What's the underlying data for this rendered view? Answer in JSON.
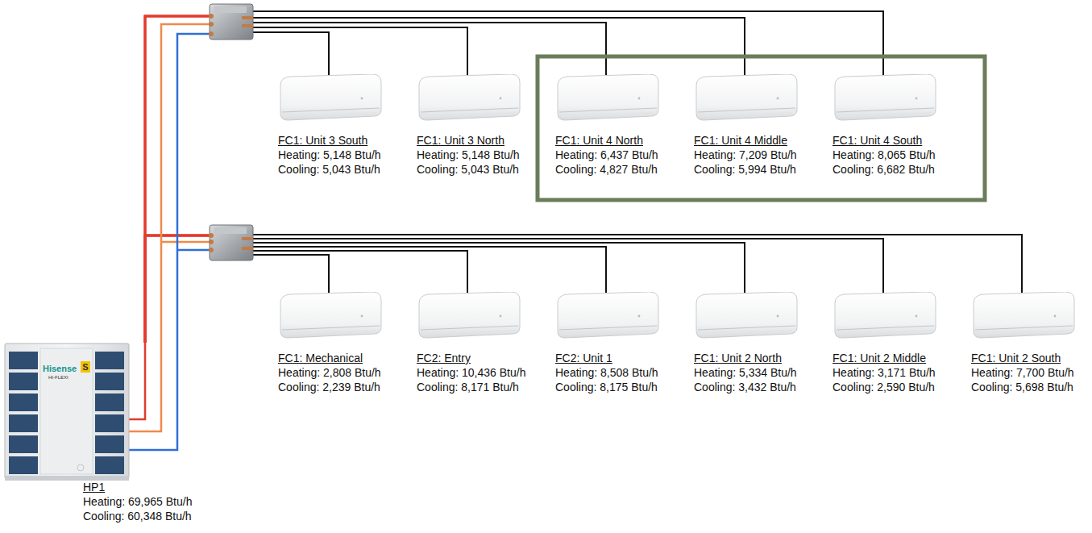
{
  "diagram": {
    "nodes": [
      {
        "text": [
          "FC1: Unit 3 South",
          "Heating: 5,148 Btu/h",
          "Cooling: 5,043 Btu/h"
        ]
      },
      {
        "text": [
          "FC1: Unit 3 North",
          "Heating: 5,148 Btu/h",
          "Cooling: 5,043 Btu/h"
        ]
      },
      {
        "text": [
          "FC1: Unit 4 North",
          "Heating: 6,437 Btu/h",
          "Cooling: 4,827 Btu/h"
        ]
      },
      {
        "text": [
          "FC1: Unit 4 Middle",
          "Heating: 7,209 Btu/h",
          "Cooling: 5,994 Btu/h"
        ]
      },
      {
        "text": [
          "FC1: Unit 4 South",
          "Heating: 8,065 Btu/h",
          "Cooling: 6,682 Btu/h"
        ]
      },
      {
        "text": [
          "FC1: Mechanical",
          "Heating: 2,808 Btu/h",
          "Cooling: 2,239 Btu/h"
        ]
      },
      {
        "text": [
          "FC2: Entry",
          "Heating: 10,436 Btu/h",
          "Cooling: 8,171 Btu/h"
        ]
      },
      {
        "text": [
          "FC2: Unit 1",
          "Heating: 8,508 Btu/h",
          "Cooling: 8,175 Btu/h"
        ]
      },
      {
        "text": [
          "FC1: Unit 2 North",
          "Heating: 5,334 Btu/h",
          "Cooling: 3,432 Btu/h"
        ]
      },
      {
        "text": [
          "FC1: Unit 2 Middle",
          "Heating: 3,171 Btu/h",
          "Cooling: 2,590 Btu/h"
        ]
      },
      {
        "text": [
          "FC1: Unit 2 South",
          "Heating: 7,700 Btu/h",
          "Cooling: 5,698 Btu/h"
        ]
      },
      {
        "text": [
          "HP1",
          "Heating: 69,965 Btu/h",
          "Cooling: 60,348 Btu/h"
        ]
      }
    ],
    "edges": [
      {
        "from": 11,
        "to": 0,
        "arrow": "none"
      },
      {
        "from": 11,
        "to": 1,
        "arrow": "none"
      },
      {
        "from": 11,
        "to": 2,
        "arrow": "none"
      },
      {
        "from": 11,
        "to": 3,
        "arrow": "none"
      },
      {
        "from": 11,
        "to": 4,
        "arrow": "none"
      },
      {
        "from": 11,
        "to": 5,
        "arrow": "none"
      },
      {
        "from": 11,
        "to": 6,
        "arrow": "none"
      },
      {
        "from": 11,
        "to": 7,
        "arrow": "none"
      },
      {
        "from": 11,
        "to": 8,
        "arrow": "none"
      },
      {
        "from": 11,
        "to": 9,
        "arrow": "none"
      },
      {
        "from": 11,
        "to": 10,
        "arrow": "none"
      }
    ],
    "labels": [
      "Hisense",
      "S",
      "HI-FLEXI"
    ]
  }
}
